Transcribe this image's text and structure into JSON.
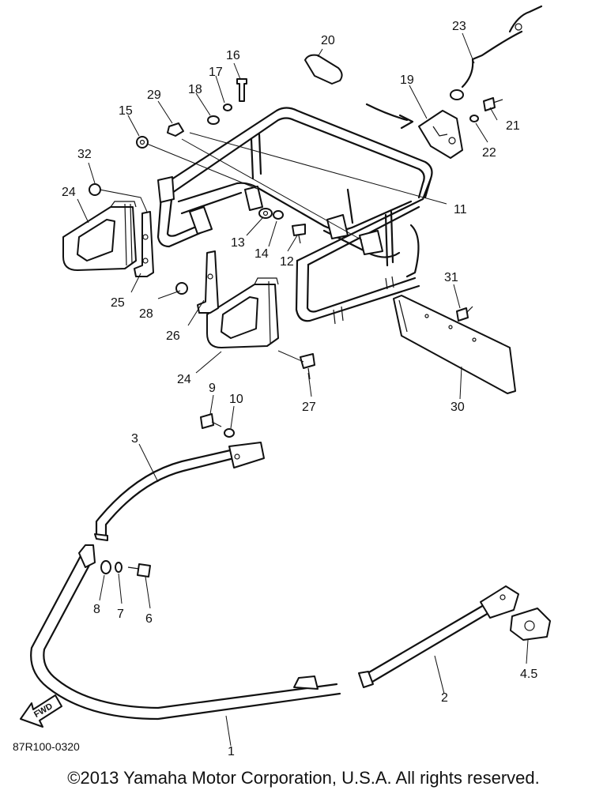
{
  "diagram": {
    "code": "87R100-0320",
    "fwd_label": "FWD",
    "callouts": [
      "1",
      "2",
      "3",
      "4.5",
      "6",
      "7",
      "8",
      "9",
      "10",
      "11",
      "12",
      "13",
      "14",
      "15",
      "16",
      "17",
      "18",
      "19",
      "20",
      "21",
      "22",
      "23",
      "24",
      "24",
      "25",
      "26",
      "27",
      "28",
      "29",
      "30",
      "31",
      "32"
    ]
  },
  "footer": {
    "copyright": "©2013 Yamaha Motor Corporation, U.S.A. All rights reserved."
  }
}
